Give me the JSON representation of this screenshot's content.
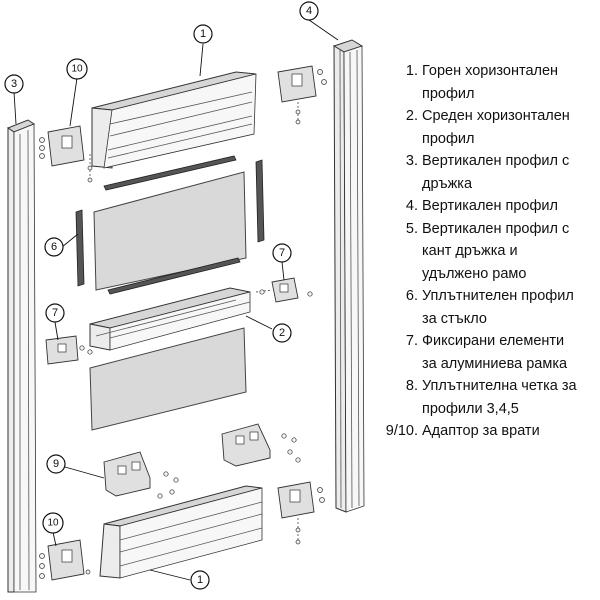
{
  "callouts": {
    "c1_top": "1",
    "c1_bottom": "1",
    "c2": "2",
    "c3": "3",
    "c4": "4",
    "c6": "6",
    "c7_right": "7",
    "c7_left": "7",
    "c9": "9",
    "c10_top": "10",
    "c10_bottom": "10"
  },
  "legend": [
    {
      "num": "1.",
      "lines": [
        "Горен хоризонтален",
        "профил"
      ]
    },
    {
      "num": "2.",
      "lines": [
        "Среден хоризонтален",
        "профил"
      ]
    },
    {
      "num": "3.",
      "lines": [
        "Вертикален профил с",
        "дръжка"
      ]
    },
    {
      "num": "4.",
      "lines": [
        "Вертикален профил"
      ]
    },
    {
      "num": "5.",
      "lines": [
        "Вертикален профил с",
        "кант дръжка и",
        "удължено рамо"
      ]
    },
    {
      "num": "6.",
      "lines": [
        "Уплътнителен профил",
        "за стъкло"
      ]
    },
    {
      "num": "7.",
      "lines": [
        "Фиксирани елементи",
        "за алуминиева рамка"
      ]
    },
    {
      "num": "8.",
      "lines": [
        "Уплътнителна четка за",
        "профили 3,4,5"
      ]
    },
    {
      "num": "9/10.",
      "lines": [
        "Адаптор за врати"
      ]
    }
  ]
}
